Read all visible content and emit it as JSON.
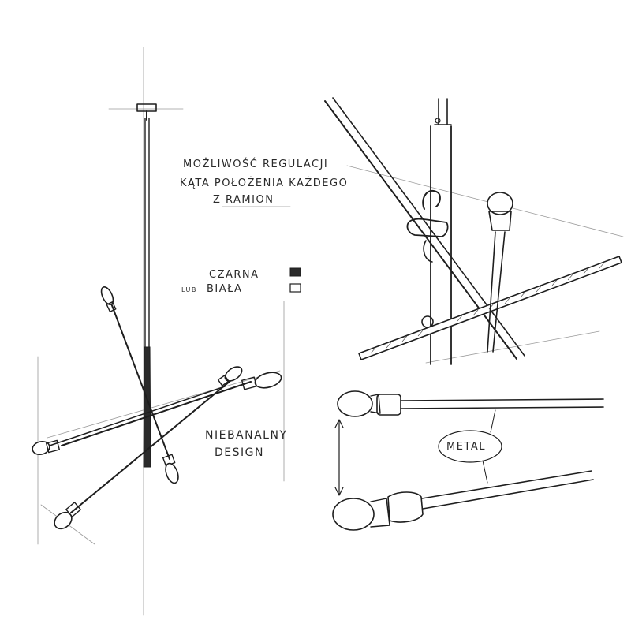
{
  "annotations": {
    "adjustment_line1": "MOŻLIWOŚĆ REGULACJI",
    "adjustment_line2": "KĄTA POŁOŻENIA KAŻDEGO",
    "adjustment_line3": "Z RAMION",
    "option_prefix": "LUB",
    "option_black": "CZARNA",
    "option_white": "BIAŁA",
    "design_line1": "NIEBANALNY",
    "design_line2": "DESIGN",
    "material": "METAL"
  },
  "swatches": {
    "black": "#2b2b2b",
    "white": "#ffffff"
  }
}
